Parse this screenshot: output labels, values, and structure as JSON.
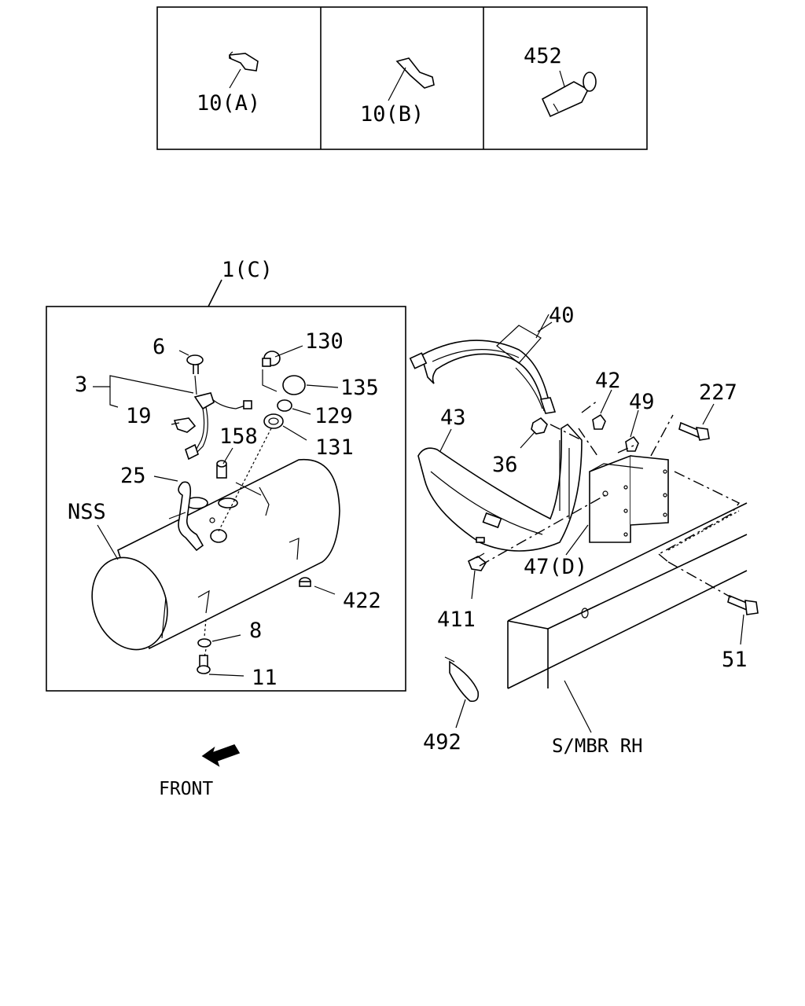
{
  "callouts": {
    "c10a": "10(A)",
    "c10b": "10(B)",
    "c452": "452",
    "c1c": "1(C)",
    "c6": "6",
    "c130": "130",
    "c3": "3",
    "c135": "135",
    "c19": "19",
    "c129": "129",
    "c158": "158",
    "c131": "131",
    "c25": "25",
    "cnss": "NSS",
    "c422": "422",
    "c8": "8",
    "c11": "11",
    "c40": "40",
    "c42": "42",
    "c49": "49",
    "c227": "227",
    "c43": "43",
    "c36": "36",
    "c47d": "47(D)",
    "c411": "411",
    "c51": "51",
    "c492": "492",
    "csmbr": "S/MBR RH"
  },
  "front_label": "FRONT"
}
